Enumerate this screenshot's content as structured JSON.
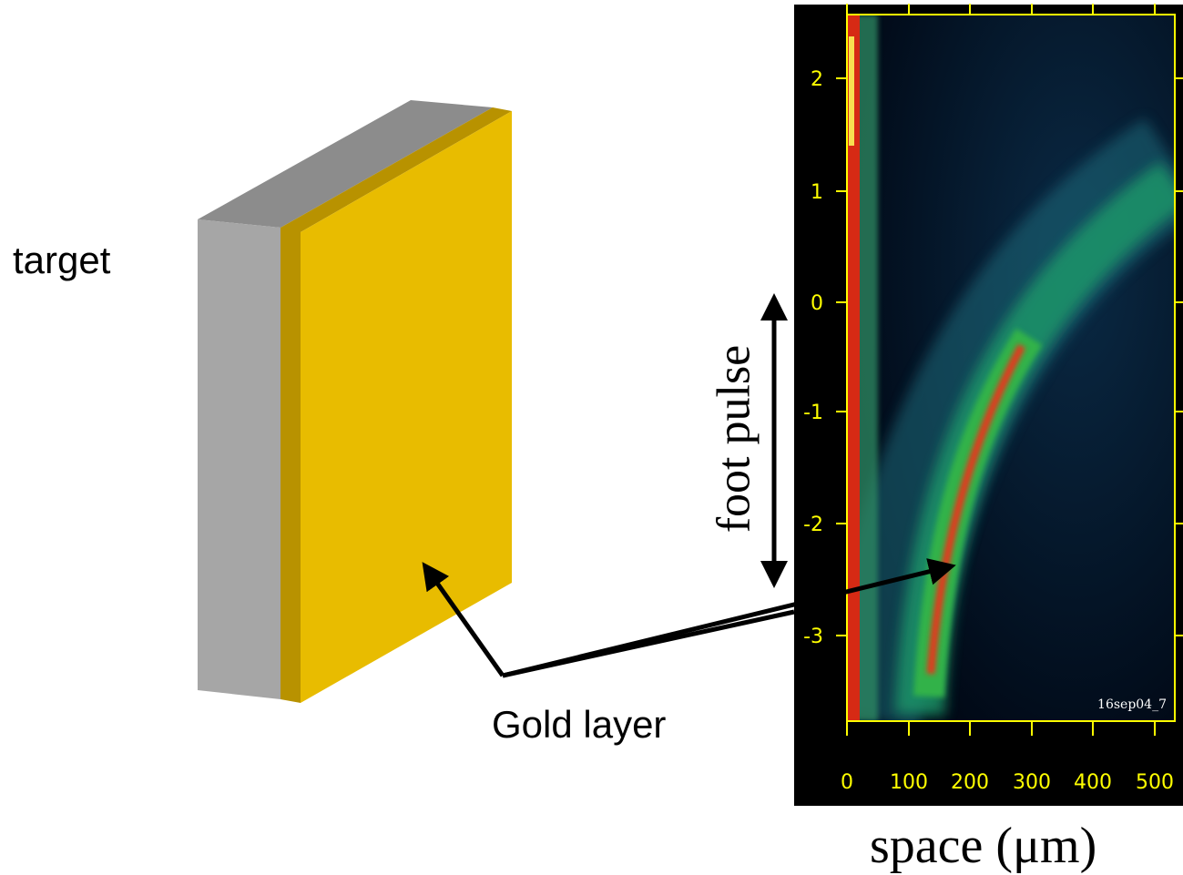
{
  "labels": {
    "target": "target",
    "gold_layer": "Gold layer",
    "foot_pulse": "foot pulse",
    "space_axis": "space (μm)"
  },
  "streak_image": {
    "shot_id": "16sep04_7",
    "x_ticks": [
      "0",
      "100",
      "200",
      "300",
      "400",
      "500"
    ],
    "y_ticks": [
      "2",
      "1",
      "0",
      "-1",
      "-2",
      "-3"
    ]
  },
  "colors": {
    "gold": "#E8BC00",
    "gold_edge": "#B89200",
    "steel_front": "#A6A6A6",
    "steel_top": "#8C8C8C",
    "axis_yellow": "#FFFF00",
    "image_background": "#000000"
  }
}
